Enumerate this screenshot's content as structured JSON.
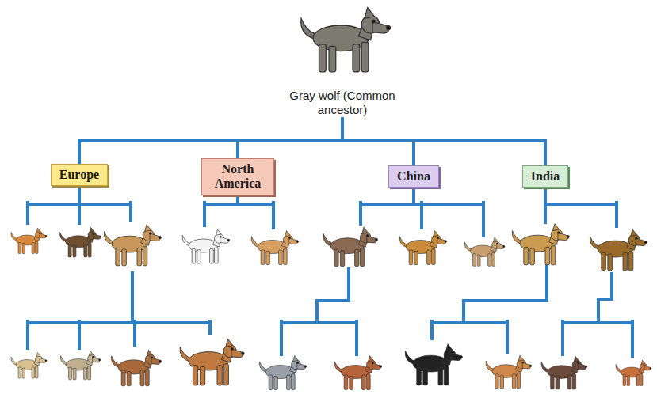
{
  "diagram": {
    "nodes": [
      {
        "text": [
          "Gray wolf (Common ancestor)"
        ]
      },
      {
        "text": [
          "Europe"
        ]
      },
      {
        "text": [
          "North America"
        ]
      },
      {
        "text": [
          "China"
        ]
      },
      {
        "text": [
          "India"
        ]
      }
    ],
    "edges": [
      {
        "from": 0,
        "to": 1,
        "arrow": "none"
      },
      {
        "from": 0,
        "to": 2,
        "arrow": "none"
      },
      {
        "from": 0,
        "to": 3,
        "arrow": "none"
      },
      {
        "from": 0,
        "to": 4,
        "arrow": "none"
      }
    ]
  }
}
